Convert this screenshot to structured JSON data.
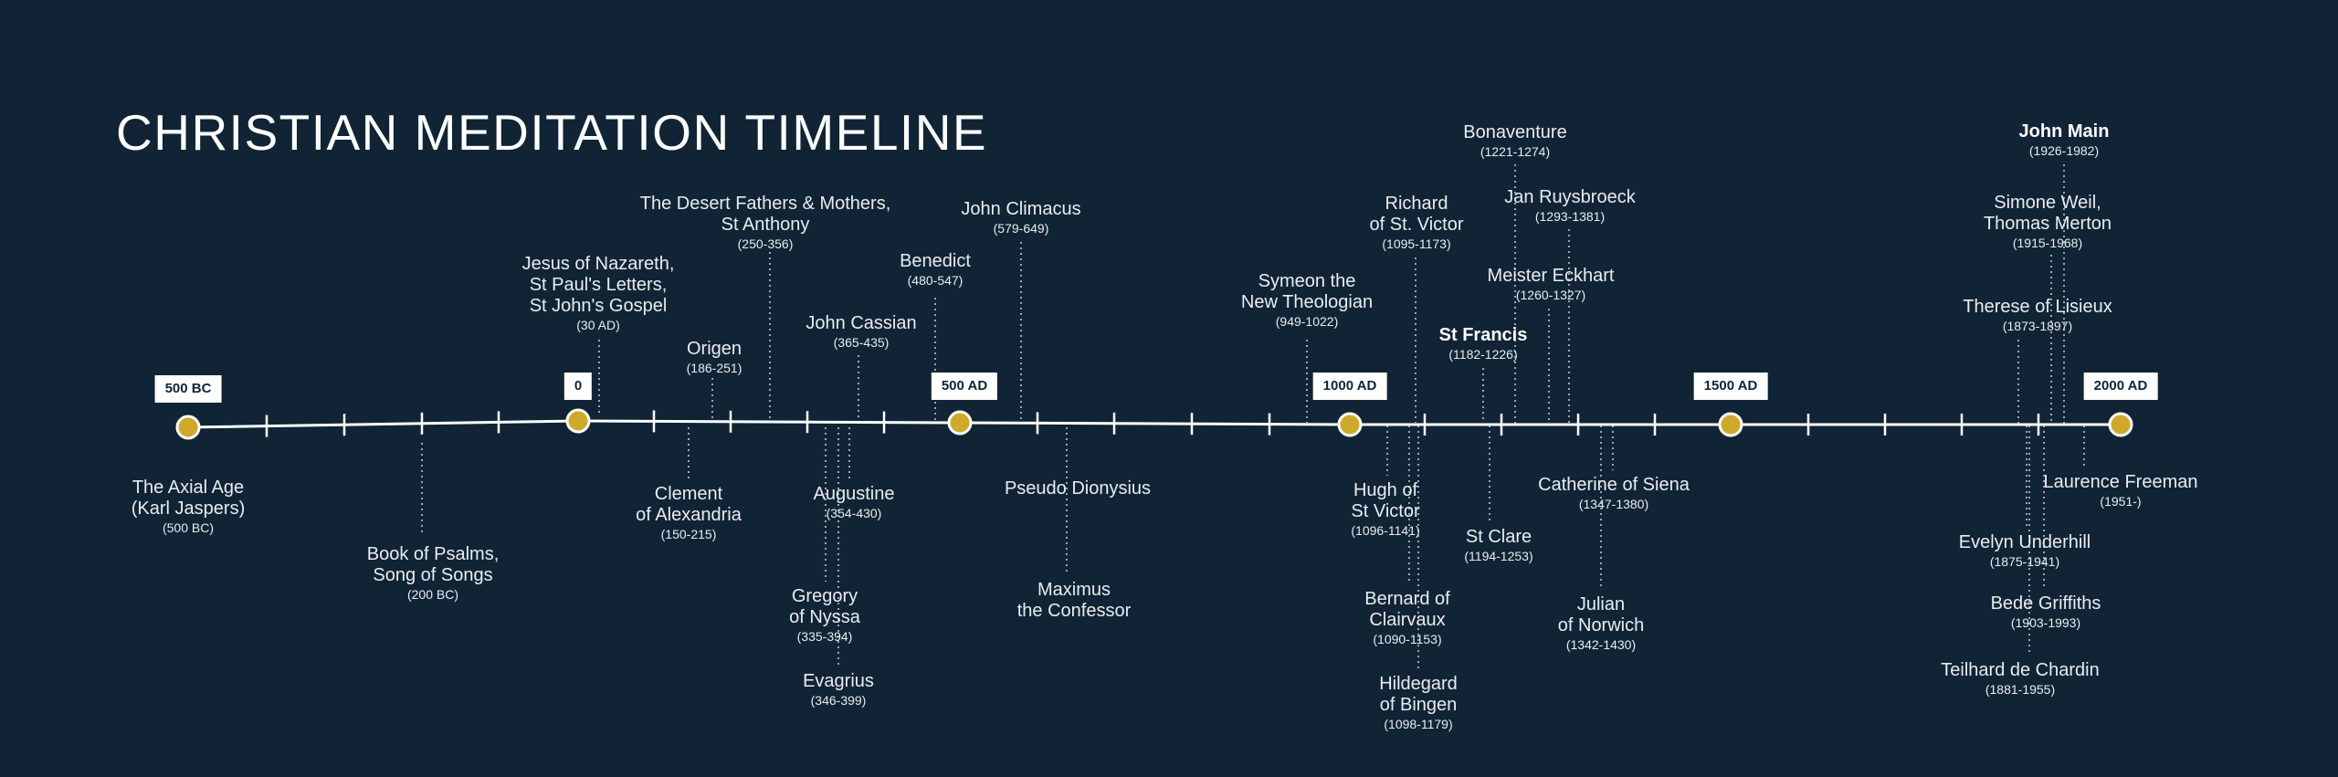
{
  "title": "CHRISTIAN MEDITATION TIMELINE",
  "colors": {
    "background": "#112436",
    "line": "#ffffff",
    "marker_fill": "#cfa92c",
    "marker_stroke": "#ffffff",
    "connector": "#9aa6b2"
  },
  "era_markers": [
    {
      "label": "500 BC"
    },
    {
      "label": "0"
    },
    {
      "label": "500 AD"
    },
    {
      "label": "1000 AD"
    },
    {
      "label": "1500 AD"
    },
    {
      "label": "2000 AD"
    }
  ],
  "events": [
    {
      "name": [
        "The Axial Age",
        "(Karl Jaspers)"
      ],
      "dates": "(500 BC)"
    },
    {
      "name": [
        "Book of Psalms,",
        "Song of Songs"
      ],
      "dates": "(200 BC)"
    },
    {
      "name": [
        "Jesus of Nazareth,",
        "St Paul's Letters,",
        "St John's Gospel"
      ],
      "dates": "(30 AD)"
    },
    {
      "name": [
        "Origen"
      ],
      "dates": "(186-251)"
    },
    {
      "name": [
        "Clement",
        "of Alexandria"
      ],
      "dates": "(150-215)"
    },
    {
      "name": [
        "The Desert Fathers & Mothers,",
        "St Anthony"
      ],
      "dates": "(250-356)"
    },
    {
      "name": [
        "John Cassian"
      ],
      "dates": "(365-435)"
    },
    {
      "name": [
        "Augustine"
      ],
      "dates": "(354-430)"
    },
    {
      "name": [
        "Gregory",
        "of Nyssa"
      ],
      "dates": "(335-394)"
    },
    {
      "name": [
        "Evagrius"
      ],
      "dates": "(346-399)"
    },
    {
      "name": [
        "Benedict"
      ],
      "dates": "(480-547)"
    },
    {
      "name": [
        "John Climacus"
      ],
      "dates": "(579-649)"
    },
    {
      "name": [
        "Pseudo Dionysius"
      ],
      "dates": ""
    },
    {
      "name": [
        "Maximus",
        "the Confessor"
      ],
      "dates": ""
    },
    {
      "name": [
        "Symeon the",
        "New Theologian"
      ],
      "dates": "(949-1022)"
    },
    {
      "name": [
        "Hugh of",
        "St Victor"
      ],
      "dates": "(1096-1141)"
    },
    {
      "name": [
        "Richard",
        "of St. Victor"
      ],
      "dates": "(1095-1173)"
    },
    {
      "name": [
        "Bernard of",
        "Clairvaux"
      ],
      "dates": "(1090-1153)"
    },
    {
      "name": [
        "Hildegard",
        "of Bingen"
      ],
      "dates": "(1098-1179)"
    },
    {
      "name": [
        "St Francis"
      ],
      "dates": "(1182-1226)"
    },
    {
      "name": [
        "St Clare"
      ],
      "dates": "(1194-1253)"
    },
    {
      "name": [
        "Bonaventure"
      ],
      "dates": "(1221-1274)"
    },
    {
      "name": [
        "Jan Ruysbroeck"
      ],
      "dates": "(1293-1381)"
    },
    {
      "name": [
        "Meister Eckhart"
      ],
      "dates": "(1260-1327)"
    },
    {
      "name": [
        "Catherine of Siena"
      ],
      "dates": "(1347-1380)"
    },
    {
      "name": [
        "Julian",
        "of Norwich"
      ],
      "dates": "(1342-1430)"
    },
    {
      "name": [
        "John Main"
      ],
      "dates": "(1926-1982)"
    },
    {
      "name": [
        "Simone Weil,",
        "Thomas Merton"
      ],
      "dates": "(1915-1968)"
    },
    {
      "name": [
        "Therese of Lisieux"
      ],
      "dates": "(1873-1897)"
    },
    {
      "name": [
        "Laurence Freeman"
      ],
      "dates": "(1951-)"
    },
    {
      "name": [
        "Evelyn Underhill"
      ],
      "dates": "(1875-1941)"
    },
    {
      "name": [
        "Bede Griffiths"
      ],
      "dates": "(1903-1993)"
    },
    {
      "name": [
        "Teilhard de Chardin"
      ],
      "dates": "(1881-1955)"
    }
  ]
}
